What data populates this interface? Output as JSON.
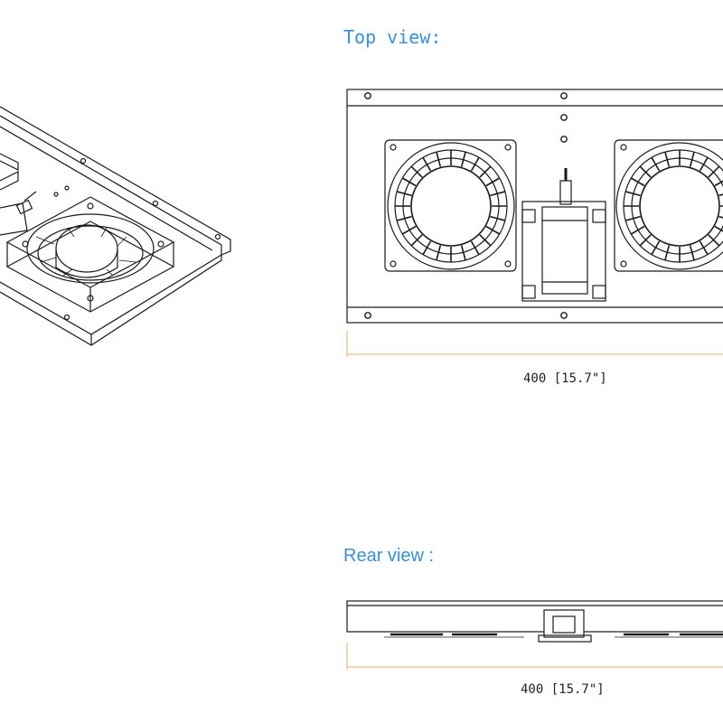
{
  "headings": {
    "top_view": "Top view:",
    "rear_view": "Rear view :"
  },
  "dimensions": {
    "top_width": "400 [15.7\"]",
    "rear_width": "400 [15.7\"]"
  },
  "colors": {
    "heading": "#3a8fd6",
    "dimension_line": "#e2c08e",
    "line": "#1a1a1a"
  }
}
